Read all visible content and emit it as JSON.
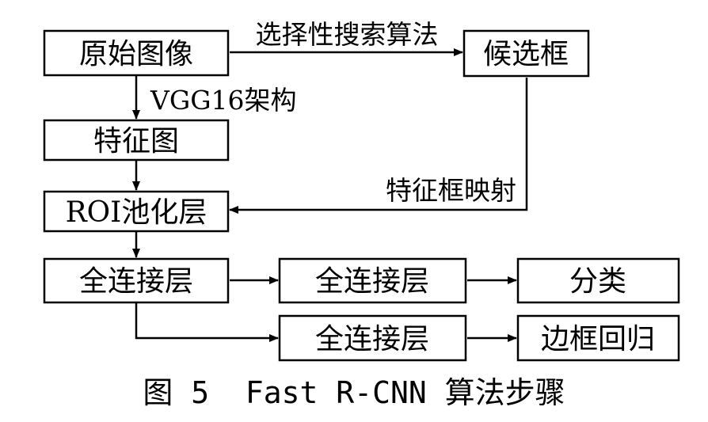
{
  "nodes": {
    "original_image": "原始图像",
    "candidate_box": "候选框",
    "feature_map": "特征图",
    "roi_pooling": {
      "latin": "ROI",
      "cjk": "池化层"
    },
    "fc1": "全连接层",
    "fc2": "全连接层",
    "fc3": "全连接层",
    "classification": "分类",
    "bbox_regression": "边框回归"
  },
  "edges": {
    "selective_search": "选择性搜索算法",
    "vgg16": {
      "latin": "VGG16",
      "cjk": "架构"
    },
    "feature_box_mapping": "特征框映射"
  },
  "caption": "图 5  Fast R-CNN 算法步骤"
}
